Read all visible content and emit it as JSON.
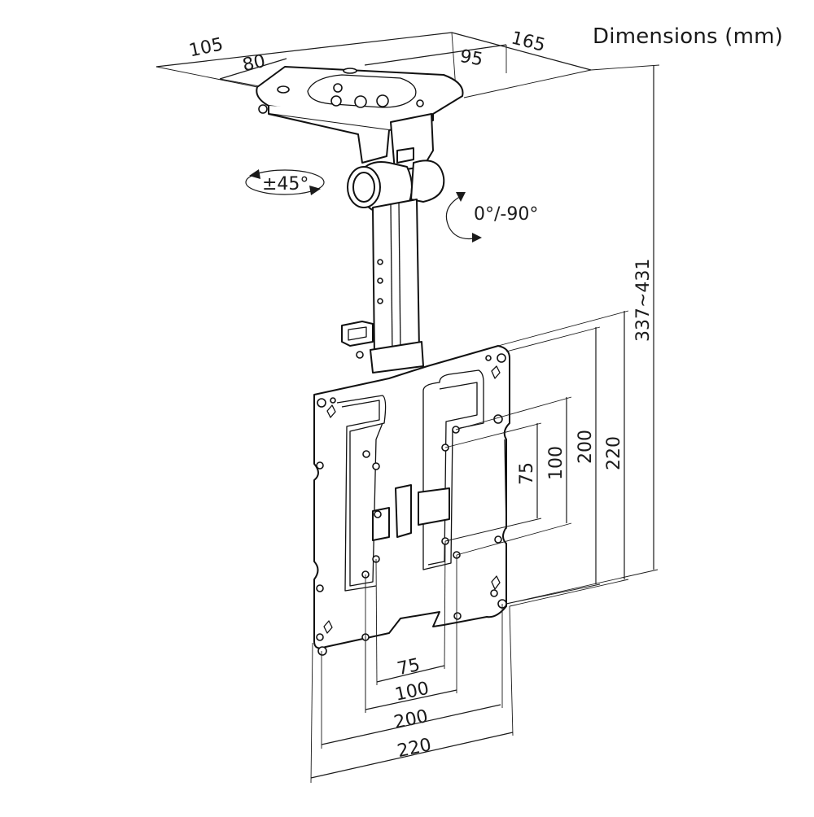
{
  "title": "Dimensions (mm)",
  "top_plate": {
    "depth_outer": "105",
    "depth_inner": "80",
    "width_outer": "165",
    "width_inner": "95"
  },
  "rotation": {
    "swivel": "±45°",
    "tilt": "0°/-90°"
  },
  "height": {
    "range": "337~431"
  },
  "vesa_vertical": [
    "75",
    "100",
    "200",
    "220"
  ],
  "vesa_horizontal": [
    "75",
    "100",
    "200",
    "220"
  ]
}
